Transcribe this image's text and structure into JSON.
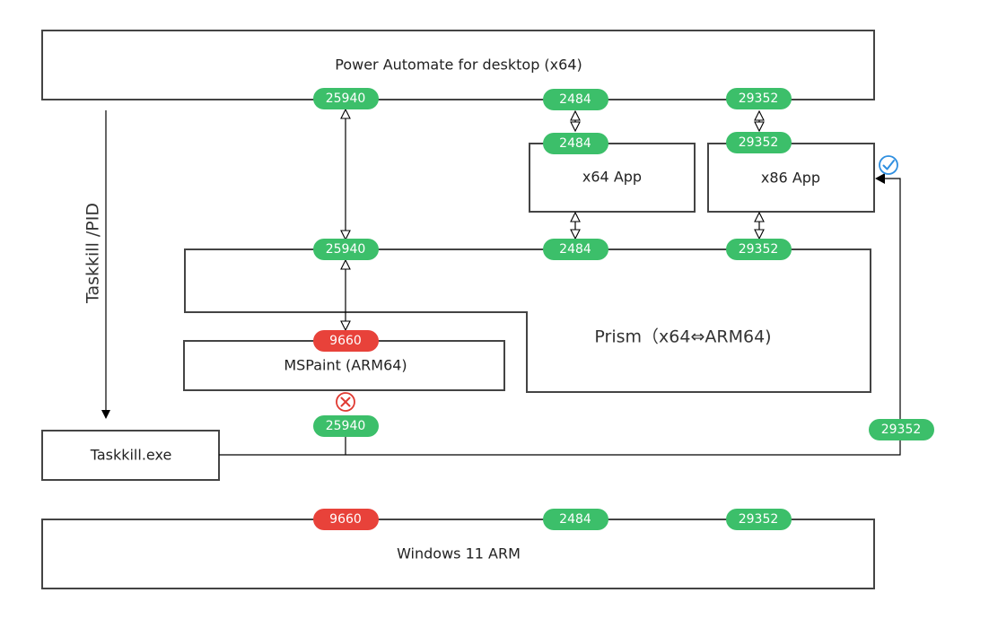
{
  "labels": {
    "power_automate": "Power Automate for desktop (x64)",
    "x64_app": "x64 App",
    "x86_app": "x86 App",
    "prism": "Prism（x64⇔ARM64)",
    "mspaint": "MSPaint (ARM64)",
    "taskkill_exe": "Taskkill.exe",
    "windows": "Windows 11 ARM",
    "taskkill_pid": "Taskkill /PID"
  },
  "colors": {
    "green": "#3cbf6a",
    "red": "#e8423a",
    "check_blue": "#2f8fe0",
    "error_red": "#e03a32"
  },
  "pids": {
    "pad_a": "25940",
    "pad_b": "2484",
    "pad_c": "29352",
    "x64_top": "2484",
    "x86_top": "29352",
    "prism_a": "25940",
    "prism_b": "2484",
    "prism_c": "29352",
    "mspaint": "9660",
    "kill_target": "25940",
    "kill_side": "29352",
    "win_a": "9660",
    "win_b": "2484",
    "win_c": "29352"
  },
  "icons": {
    "success": "check-circle-icon",
    "failure": "x-circle-icon"
  }
}
